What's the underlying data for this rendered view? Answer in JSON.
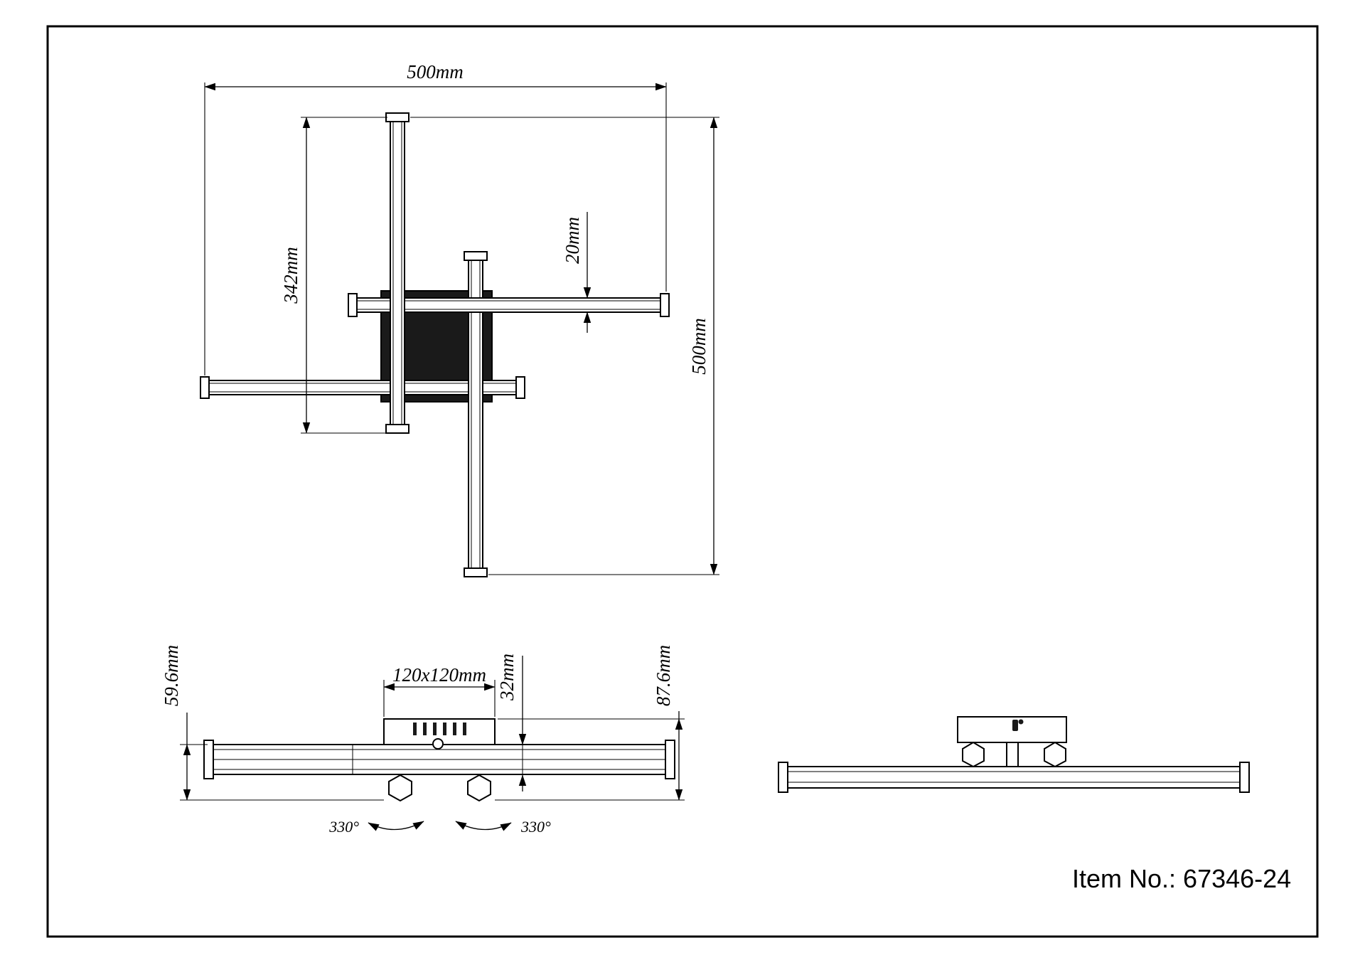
{
  "item_label": "Item No.: 67346-24",
  "top_view": {
    "dim_width": "500mm",
    "dim_height": "500mm",
    "dim_arm_length": "342mm",
    "dim_bar_width": "20mm"
  },
  "front_view": {
    "dim_canopy": "120x120mm",
    "dim_profile_height": "32mm",
    "dim_height_bar": "59.6mm",
    "dim_height_total": "87.6mm",
    "rotation_left": "330°",
    "rotation_right": "330°"
  },
  "colors": {
    "line": "#000000",
    "dark_fill": "#1a1a1a",
    "background": "#ffffff"
  }
}
